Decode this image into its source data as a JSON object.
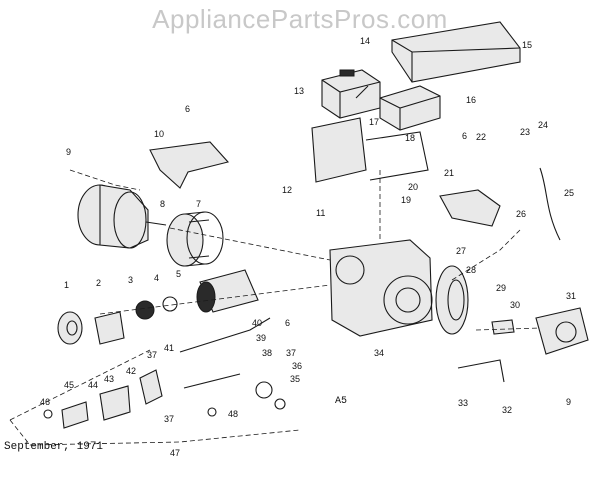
{
  "watermark": "AppliancePartsPros.com",
  "footer_date": "September, 1971",
  "diagram_code": "A5",
  "callouts": [
    "1",
    "2",
    "3",
    "4",
    "5",
    "6",
    "6",
    "6",
    "7",
    "8",
    "9",
    "9",
    "10",
    "11",
    "12",
    "13",
    "14",
    "15",
    "16",
    "17",
    "18",
    "19",
    "20",
    "21",
    "22",
    "23",
    "24",
    "25",
    "26",
    "27",
    "28",
    "29",
    "30",
    "31",
    "32",
    "33",
    "34",
    "35",
    "36",
    "37",
    "37",
    "37",
    "38",
    "39",
    "40",
    "41",
    "42",
    "43",
    "44",
    "45",
    "46",
    "47",
    "48"
  ]
}
